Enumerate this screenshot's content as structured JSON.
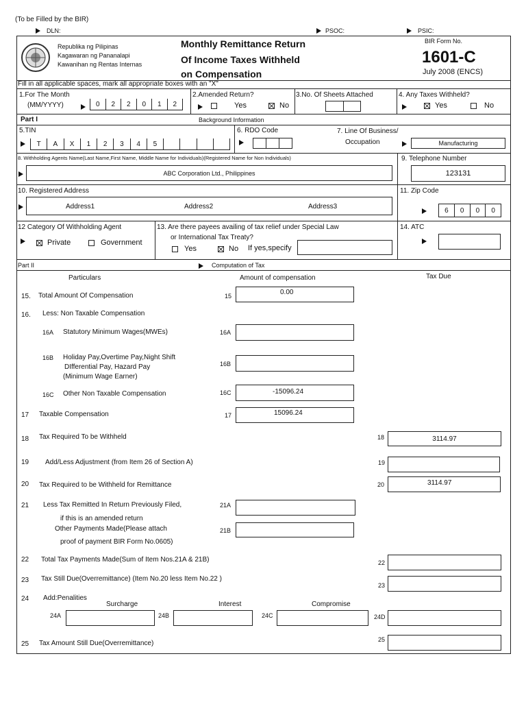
{
  "top": {
    "bir_note": "(To be Filled by the BIR)",
    "dln": "DLN:",
    "psoc": "PSOC:",
    "psic": "PSIC:"
  },
  "header": {
    "agency_lines": [
      "Republika ng Pilipinas",
      "Kagawaran ng Pananalapi",
      "Kawanihan ng Rentas Internas"
    ],
    "title_lines": [
      "Monthly Remittance Return",
      "Of Income Taxes Withheld",
      "on Compensation"
    ],
    "form_no_label": "BIR Form No.",
    "form_no": "1601-C",
    "form_date": "July 2008 (ENCS)"
  },
  "instruction": "Fill in all applicable spaces, mark all appropriate boxes with an \"X\"",
  "item1": {
    "label": "1.For The Month",
    "format": "(MM/YYYY)",
    "digits": [
      "0",
      "2",
      "2",
      "0",
      "1",
      "2"
    ]
  },
  "item2": {
    "label": "2.Amended Return?",
    "yes": "Yes",
    "no": "No",
    "yes_checked": false,
    "no_checked": true
  },
  "item3": {
    "label": "3.No. Of Sheets Attached",
    "value": ""
  },
  "item4": {
    "label": "4. Any Taxes Withheld?",
    "yes": "Yes",
    "no": "No",
    "yes_checked": true,
    "no_checked": false
  },
  "part1": {
    "label": "Part I",
    "title": "Background Information"
  },
  "item5": {
    "label": "5.TIN",
    "tin": [
      "T",
      "A",
      "X",
      "1",
      "2",
      "3",
      "4",
      "5",
      "",
      "",
      "",
      ""
    ]
  },
  "item6": {
    "label": "6.  RDO Code",
    "value": ""
  },
  "item7": {
    "label_1": "7. Line Of Business/",
    "label_2": "Occupation",
    "value": "Manufacturing"
  },
  "item8": {
    "label": "8. Withholding Agents Name(Last Name,First Name, Middle Name for Individuals)(Registered Name for Non Individuals)",
    "value": "ABC Corporation Ltd., Philippines"
  },
  "item9": {
    "label": "9.  Telephone Number",
    "value": "123131"
  },
  "item10": {
    "label": "10.  Registered Address",
    "address1": "Address1",
    "address2": "Address2",
    "address3": "Address3"
  },
  "item11": {
    "label": "11.   Zip Code",
    "digits": [
      "6",
      "0",
      "0",
      "0"
    ]
  },
  "item12": {
    "label": "12    Category Of Withholding Agent",
    "private": "Private",
    "government": "Government",
    "private_checked": true,
    "government_checked": false
  },
  "item13": {
    "label_1": "13. Are there payees  availing of tax relief under Special Law",
    "label_2": "or International Tax Treaty?",
    "yes": "Yes",
    "no": "No",
    "specify": "If yes,specify",
    "yes_checked": false,
    "no_checked": true
  },
  "item14": {
    "label": "14.    ATC",
    "value": ""
  },
  "part2": {
    "label": "Part II",
    "title": "Computation of Tax"
  },
  "columns": {
    "particulars": "Particulars",
    "amount": "Amount of compensation",
    "tax_due": "Tax Due"
  },
  "lines": {
    "l15": {
      "num": "15.",
      "label": "Total Amount Of Compensation",
      "code": "15",
      "value": "0.00"
    },
    "l16": {
      "num": "16.",
      "label": "Less: Non Taxable Compensation"
    },
    "l16a": {
      "num": "16A",
      "label": "Statutory Minimum Wages(MWEs)",
      "code": "16A",
      "value": ""
    },
    "l16b": {
      "num": "16B",
      "label_1": "Holiday Pay,Overtime Pay,Night Shift",
      "label_2": "DIfferential Pay, Hazard Pay",
      "label_3": "(Minimum Wage Earner)",
      "code": "16B",
      "value": ""
    },
    "l16c": {
      "num": "16C",
      "label": "Other Non Taxable Compensation",
      "code": "16C",
      "value": "-15096.24"
    },
    "l17": {
      "num": "17",
      "label": "Taxable Compensation",
      "code": "17",
      "value": "15096.24"
    },
    "l18": {
      "num": "18",
      "label": "Tax Required To be Withheld",
      "code": "18",
      "value": "3114.97"
    },
    "l19": {
      "num": "19",
      "label": "Add/Less Adjustment (from Item 26 of Section A)",
      "code": "19",
      "value": ""
    },
    "l20": {
      "num": "20",
      "label": "Tax Required to be Withheld for Remittance",
      "code": "20",
      "value": "3114.97"
    },
    "l21": {
      "num": "21",
      "label_1": "Less Tax Remitted In Return Previously Filed,",
      "label_2": "if this is an amended return",
      "label_3": "Other Payments Made(Please attach",
      "label_4": "proof of payment BIR Form No.0605)",
      "code_a": "21A",
      "code_b": "21B",
      "value_a": "",
      "value_b": ""
    },
    "l22": {
      "num": "22",
      "label": "Total Tax Payments Made(Sum of Item Nos.21A & 21B)",
      "code": "22",
      "value": ""
    },
    "l23": {
      "num": "23",
      "label": "Tax Still Due(Overremittance) (Item No.20 less Item No.22 )",
      "code": "23",
      "value": ""
    },
    "l24": {
      "num": "24",
      "label": "Add:Penalities",
      "surcharge": "Surcharge",
      "interest": "Interest",
      "compromise": "Compromise",
      "code_a": "24A",
      "code_b": "24B",
      "code_c": "24C",
      "code_d": "24D"
    },
    "l25": {
      "num": "25",
      "label": "Tax Amount Still Due(Overremittance)",
      "code": "25",
      "value": ""
    }
  }
}
